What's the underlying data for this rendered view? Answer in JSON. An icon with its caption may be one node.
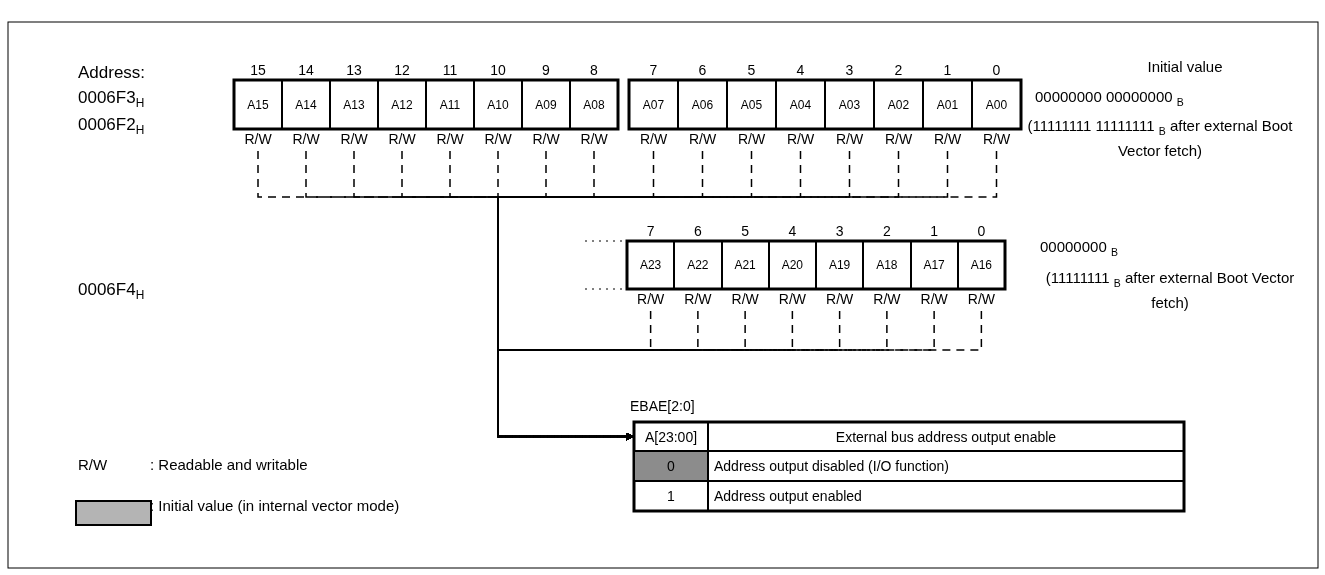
{
  "diagram": {
    "nodes": [
      {
        "text": [
          "A15"
        ],
        "beside": [
          "15",
          "R/W"
        ]
      },
      {
        "text": [
          "A14"
        ],
        "beside": [
          "14",
          "R/W"
        ]
      },
      {
        "text": [
          "A13"
        ],
        "beside": [
          "13",
          "R/W"
        ]
      },
      {
        "text": [
          "A12"
        ],
        "beside": [
          "12",
          "R/W"
        ]
      },
      {
        "text": [
          "A11"
        ],
        "beside": [
          "11",
          "R/W"
        ]
      },
      {
        "text": [
          "A10"
        ],
        "beside": [
          "10",
          "R/W"
        ]
      },
      {
        "text": [
          "A09"
        ],
        "beside": [
          "9",
          "R/W"
        ]
      },
      {
        "text": [
          "A08"
        ],
        "beside": [
          "8",
          "R/W"
        ]
      },
      {
        "text": [
          "A07"
        ],
        "beside": [
          "7",
          "R/W"
        ]
      },
      {
        "text": [
          "A06"
        ],
        "beside": [
          "6",
          "R/W"
        ]
      },
      {
        "text": [
          "A05"
        ],
        "beside": [
          "5",
          "R/W"
        ]
      },
      {
        "text": [
          "A04"
        ],
        "beside": [
          "4",
          "R/W"
        ]
      },
      {
        "text": [
          "A03"
        ],
        "beside": [
          "3",
          "R/W"
        ]
      },
      {
        "text": [
          "A02"
        ],
        "beside": [
          "2",
          "R/W"
        ]
      },
      {
        "text": [
          "A01"
        ],
        "beside": [
          "1",
          "R/W"
        ]
      },
      {
        "text": [
          "A00"
        ],
        "beside": [
          "0",
          "R/W"
        ]
      },
      {
        "text": [
          "A23"
        ],
        "beside": [
          "7",
          "R/W"
        ]
      },
      {
        "text": [
          "A22"
        ],
        "beside": [
          "6",
          "R/W"
        ]
      },
      {
        "text": [
          "A21"
        ],
        "beside": [
          "5",
          "R/W"
        ]
      },
      {
        "text": [
          "A20"
        ],
        "beside": [
          "4",
          "R/W"
        ]
      },
      {
        "text": [
          "A19"
        ],
        "beside": [
          "3",
          "R/W"
        ]
      },
      {
        "text": [
          "A18"
        ],
        "beside": [
          "2",
          "R/W"
        ]
      },
      {
        "text": [
          "A17"
        ],
        "beside": [
          "1",
          "R/W"
        ]
      },
      {
        "text": [
          "A16"
        ],
        "beside": [
          "0",
          "R/W"
        ]
      },
      {
        "text": [
          "A[23:00]"
        ]
      }
    ],
    "edges": [
      {
        "from": 0,
        "to": 24,
        "arrow": "to",
        "style": "dashed"
      },
      {
        "from": 1,
        "to": 24,
        "arrow": "to",
        "style": "dashed"
      },
      {
        "from": 2,
        "to": 24,
        "arrow": "to",
        "style": "dashed"
      },
      {
        "from": 3,
        "to": 24,
        "arrow": "to",
        "style": "dashed"
      },
      {
        "from": 4,
        "to": 24,
        "arrow": "to",
        "style": "dashed"
      },
      {
        "from": 5,
        "to": 24,
        "arrow": "to",
        "style": "dashed"
      },
      {
        "from": 6,
        "to": 24,
        "arrow": "to",
        "style": "dashed"
      },
      {
        "from": 7,
        "to": 24,
        "arrow": "to",
        "style": "dashed"
      },
      {
        "from": 8,
        "to": 24,
        "arrow": "to",
        "style": "dashed"
      },
      {
        "from": 9,
        "to": 24,
        "arrow": "to",
        "style": "dashed"
      },
      {
        "from": 10,
        "to": 24,
        "arrow": "to",
        "style": "dashed"
      },
      {
        "from": 11,
        "to": 24,
        "arrow": "to",
        "style": "dashed"
      },
      {
        "from": 12,
        "to": 24,
        "arrow": "to",
        "style": "dashed"
      },
      {
        "from": 13,
        "to": 24,
        "arrow": "to",
        "style": "dashed"
      },
      {
        "from": 14,
        "to": 24,
        "arrow": "to",
        "style": "dashed"
      },
      {
        "from": 15,
        "to": 24,
        "arrow": "to",
        "style": "dashed"
      },
      {
        "from": 16,
        "to": 24,
        "arrow": "to",
        "style": "dashed"
      },
      {
        "from": 17,
        "to": 24,
        "arrow": "to",
        "style": "dashed"
      },
      {
        "from": 18,
        "to": 24,
        "arrow": "to",
        "style": "dashed"
      },
      {
        "from": 19,
        "to": 24,
        "arrow": "to",
        "style": "dashed"
      },
      {
        "from": 20,
        "to": 24,
        "arrow": "to",
        "style": "dashed"
      },
      {
        "from": 21,
        "to": 24,
        "arrow": "to",
        "style": "dashed"
      },
      {
        "from": 22,
        "to": 24,
        "arrow": "to",
        "style": "dashed"
      },
      {
        "from": 23,
        "to": 24,
        "arrow": "to",
        "style": "dashed"
      }
    ],
    "labels": [
      "Address:",
      "Initial value",
      "0006F3$_{H}$",
      "00000000 00000000 $_{B}$",
      "0006F2$_{H}$",
      "(11111111 11111111 $_{B}$ after external Boot Vector fetch)",
      "0006F4$_{H}$",
      "00000000 $_{B}$",
      "(11111111 $_{B}$ after external Boot Vector fetch)",
      "EBAE[2:0]",
      "External bus address output enable",
      "0",
      "Address output disabled (I/O function)",
      "1",
      "Address output enabled",
      "R/W",
      ": Readable and writable"
    ],
    "legend": [
      {
        "text": ": Initial value (in internal vector mode)",
        "color": "#b4b4b4"
      }
    ]
  }
}
